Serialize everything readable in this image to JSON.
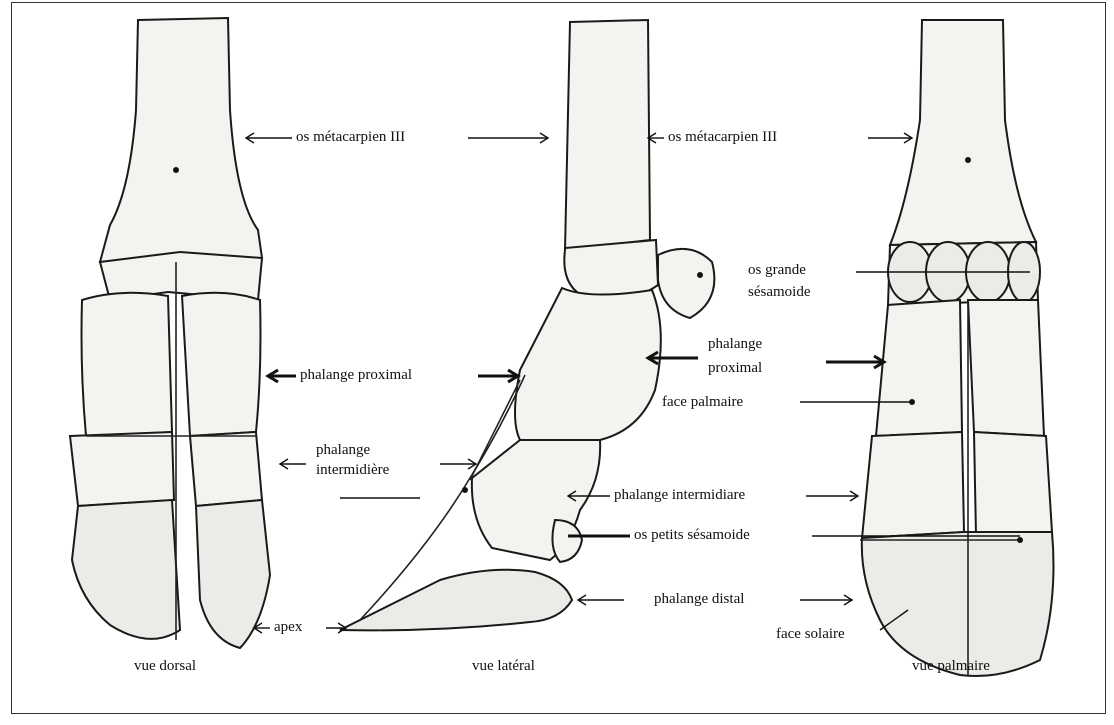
{
  "labels": {
    "metacarpien_left": "os métacarpien III",
    "metacarpien_right": "os métacarpien III",
    "grande_sesamoide_1": "os grande",
    "grande_sesamoide_2": "sésamoide",
    "phalange_proximal_left": "phalange proximal",
    "phalange_proximal_right_1": "phalange",
    "phalange_proximal_right_2": "proximal",
    "face_palmaire": "face palmaire",
    "phalange_intermidiere_1": "phalange",
    "phalange_intermidiere_2": "intermidière",
    "phalange_intermidiare": "phalange intermidiare",
    "petits_sesamoide": "os petits sésamoide",
    "phalange_distal": "phalange distal",
    "apex": "apex",
    "face_solaire": "face solaire"
  },
  "views": {
    "dorsal": "vue dorsal",
    "lateral": "vue latéral",
    "palmaire": "vue palmaire"
  },
  "colors": {
    "line": "#111111",
    "bone_fill": "#f3f3f0",
    "frame": "#333333"
  }
}
